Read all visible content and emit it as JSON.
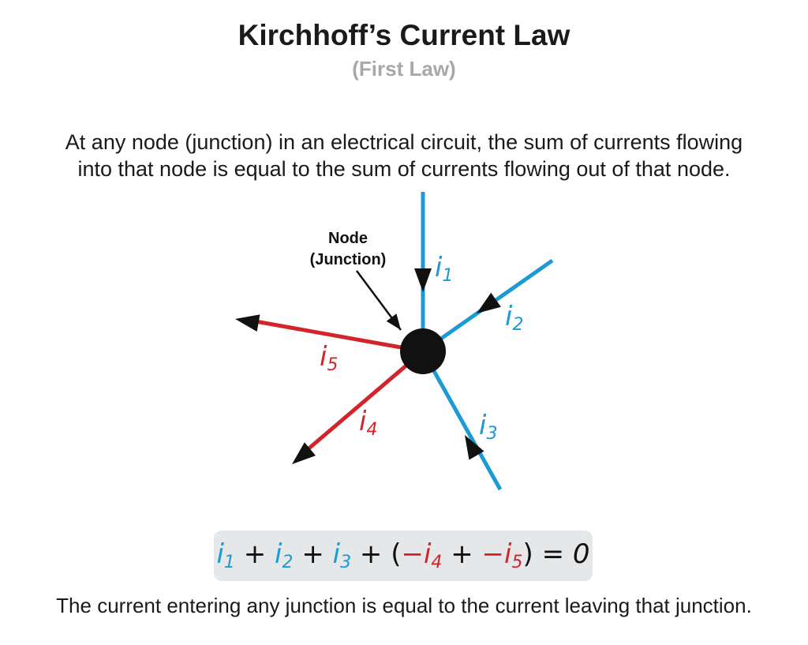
{
  "title": "Kirchhoff’s Current Law",
  "subtitle": "(First Law)",
  "description": [
    "At any node (junction) in an electrical circuit, the sum of currents flowing",
    "into that node is equal to the sum of currents flowing out of that node."
  ],
  "node_label": [
    "Node",
    "(Junction)"
  ],
  "currents": [
    {
      "symbol": "i",
      "sub": "1",
      "direction": "in",
      "color": "#1b9ad6"
    },
    {
      "symbol": "i",
      "sub": "2",
      "direction": "in",
      "color": "#1b9ad6"
    },
    {
      "symbol": "i",
      "sub": "3",
      "direction": "in",
      "color": "#1b9ad6"
    },
    {
      "symbol": "i",
      "sub": "4",
      "direction": "out",
      "color": "#d4242b"
    },
    {
      "symbol": "i",
      "sub": "5",
      "direction": "out",
      "color": "#d4242b"
    }
  ],
  "equation": {
    "plus": "+",
    "open_paren": "(",
    "close_paren": ")",
    "minus": "−",
    "equals": "=",
    "zero": "0"
  },
  "footer": "The current entering any junction is equal to the current leaving that junction.",
  "colors": {
    "in_current": "#1b9ad6",
    "out_current": "#d4242b",
    "node": "#111111",
    "equation_bg": "#e6e7e8",
    "subtitle": "#a8a8a8"
  }
}
